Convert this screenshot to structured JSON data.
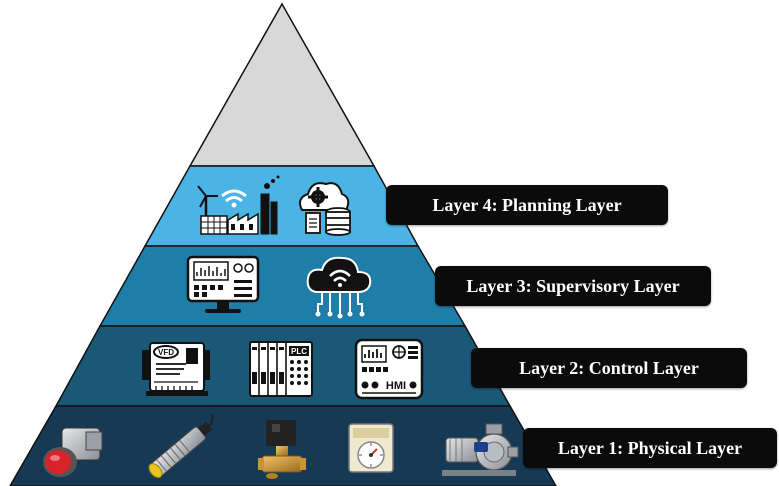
{
  "layers": [
    {
      "label": "Layer 4: Planning Layer",
      "color": "#4cb4e4",
      "icons": [
        "wind-turbine-wifi-factory-icon",
        "cloud-gear-database-icon"
      ]
    },
    {
      "label": "Layer 3: Supervisory Layer",
      "color": "#1f7ea8",
      "icons": [
        "monitor-dashboard-icon",
        "cloud-wifi-network-icon"
      ]
    },
    {
      "label": "Layer 2: Control Layer",
      "color": "#1b5877",
      "icons": [
        "vfd-drive-icon",
        "plc-rack-icon",
        "hmi-panel-icon"
      ]
    },
    {
      "label": "Layer 1: Physical Layer",
      "color": "#163a56",
      "icons": [
        "push-button-icon",
        "proximity-sensor-icon",
        "solenoid-valve-icon",
        "timer-relay-icon",
        "centrifugal-pump-icon"
      ]
    }
  ],
  "device_text": {
    "vfd_badge": "VFD",
    "plc_badge": "PLC",
    "hmi_badge": "HMI"
  },
  "apex_color": "#d8d8d8"
}
